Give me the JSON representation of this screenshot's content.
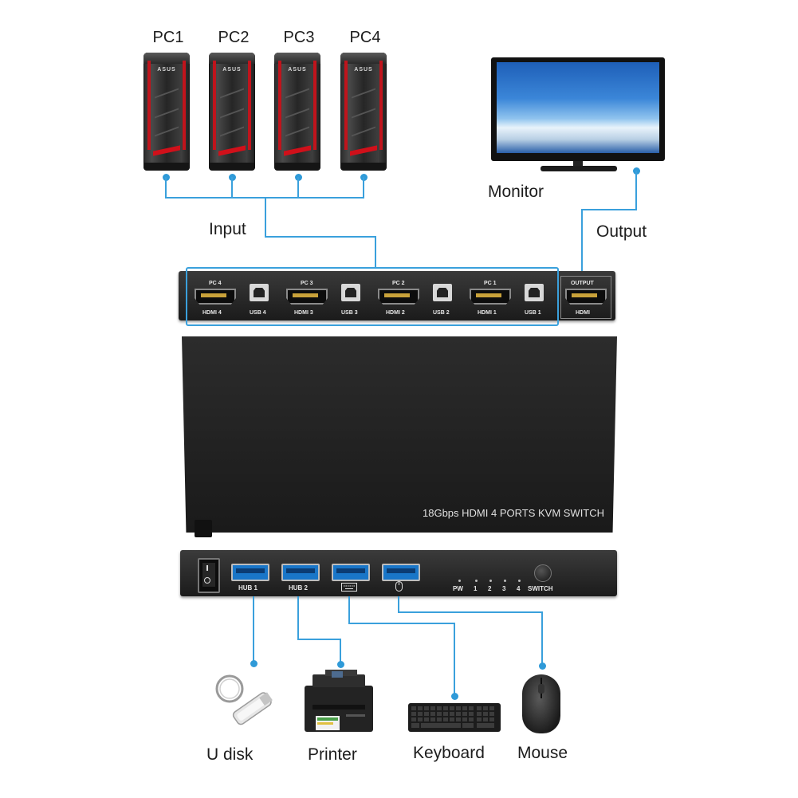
{
  "pcs": [
    {
      "label": "PC1",
      "brand": "ASUS"
    },
    {
      "label": "PC2",
      "brand": "ASUS"
    },
    {
      "label": "PC3",
      "brand": "ASUS"
    },
    {
      "label": "PC4",
      "brand": "ASUS"
    }
  ],
  "labels": {
    "input": "Input",
    "monitor": "Monitor",
    "output": "Output"
  },
  "rear_panel": {
    "groups": [
      {
        "pc": "PC 4",
        "hdmi": "HDMI 4",
        "usb": "USB 4"
      },
      {
        "pc": "PC 3",
        "hdmi": "HDMI 3",
        "usb": "USB 3"
      },
      {
        "pc": "PC 2",
        "hdmi": "HDMI 2",
        "usb": "USB 2"
      },
      {
        "pc": "PC 1",
        "hdmi": "HDMI 1",
        "usb": "USB 1"
      }
    ],
    "output": {
      "title": "OUTPUT",
      "port": "HDMI"
    }
  },
  "product_name": "18Gbps HDMI 4 PORTS KVM SWITCH",
  "front_panel": {
    "hub1": "HUB 1",
    "hub2": "HUB 2",
    "leds": [
      "PW",
      "1",
      "2",
      "3",
      "4"
    ],
    "switch": "SWITCH"
  },
  "peripherals": [
    {
      "label": "U disk"
    },
    {
      "label": "Printer"
    },
    {
      "label": "Keyboard"
    },
    {
      "label": "Mouse"
    }
  ],
  "colors": {
    "connector": "#3aa0dc",
    "device_body": "#1c1c1c",
    "pc_accent": "#c0141c",
    "usb_port": "#1976c8"
  },
  "icons": {
    "keyboard_port": "keyboard-icon",
    "mouse_port": "mouse-icon"
  }
}
